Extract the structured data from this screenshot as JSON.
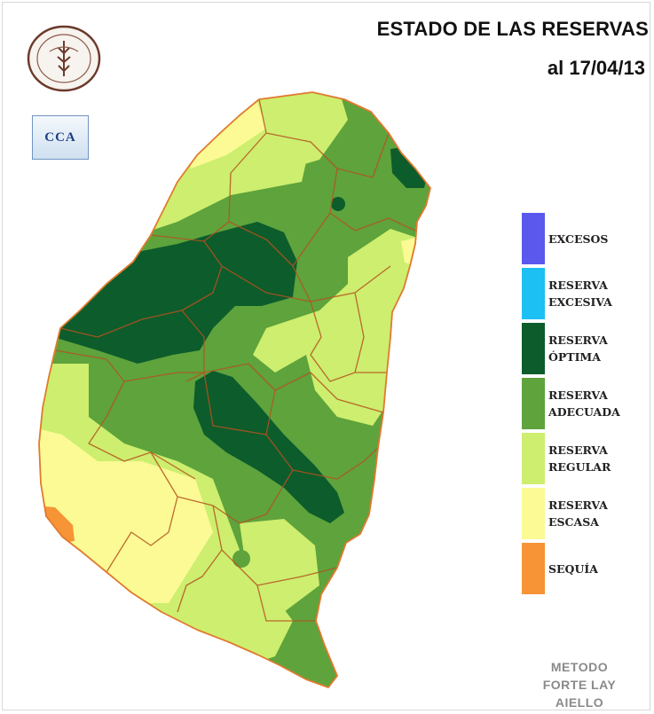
{
  "header": {
    "title": "ESTADO DE LAS RESERVAS",
    "date": "al 17/04/13"
  },
  "logos": {
    "seal_icon": "bolsa-de-cereales-seal-icon",
    "cca_text": "CCA"
  },
  "colors": {
    "excesos": "#5b58ee",
    "reserva_excesiva": "#1cc0f3",
    "reserva_optima": "#0d5c2c",
    "reserva_adecuada": "#5ea33c",
    "reserva_regular": "#cdee6e",
    "reserva_escasa": "#fbfa94",
    "sequia": "#f69436",
    "department_boundaries": "#b5521f",
    "province_outline": "#e07a2e"
  },
  "legend": {
    "items": [
      {
        "lines": [
          "EXCESOS"
        ],
        "color": "#5b58ee"
      },
      {
        "lines": [
          "RESERVA",
          "EXCESIVA"
        ],
        "color": "#1cc0f3"
      },
      {
        "lines": [
          "RESERVA",
          "ÓPTIMA"
        ],
        "color": "#0d5c2c"
      },
      {
        "lines": [
          "RESERVA",
          "ADECUADA"
        ],
        "color": "#5ea33c"
      },
      {
        "lines": [
          "RESERVA",
          "REGULAR"
        ],
        "color": "#cdee6e"
      },
      {
        "lines": [
          "RESERVA",
          "ESCASA"
        ],
        "color": "#fbfa94"
      },
      {
        "lines": [
          "SEQUÍA"
        ],
        "color": "#f69436"
      }
    ]
  },
  "method": {
    "line1": "METODO",
    "line2": "FORTE LAY",
    "line3": "AIELLO"
  }
}
